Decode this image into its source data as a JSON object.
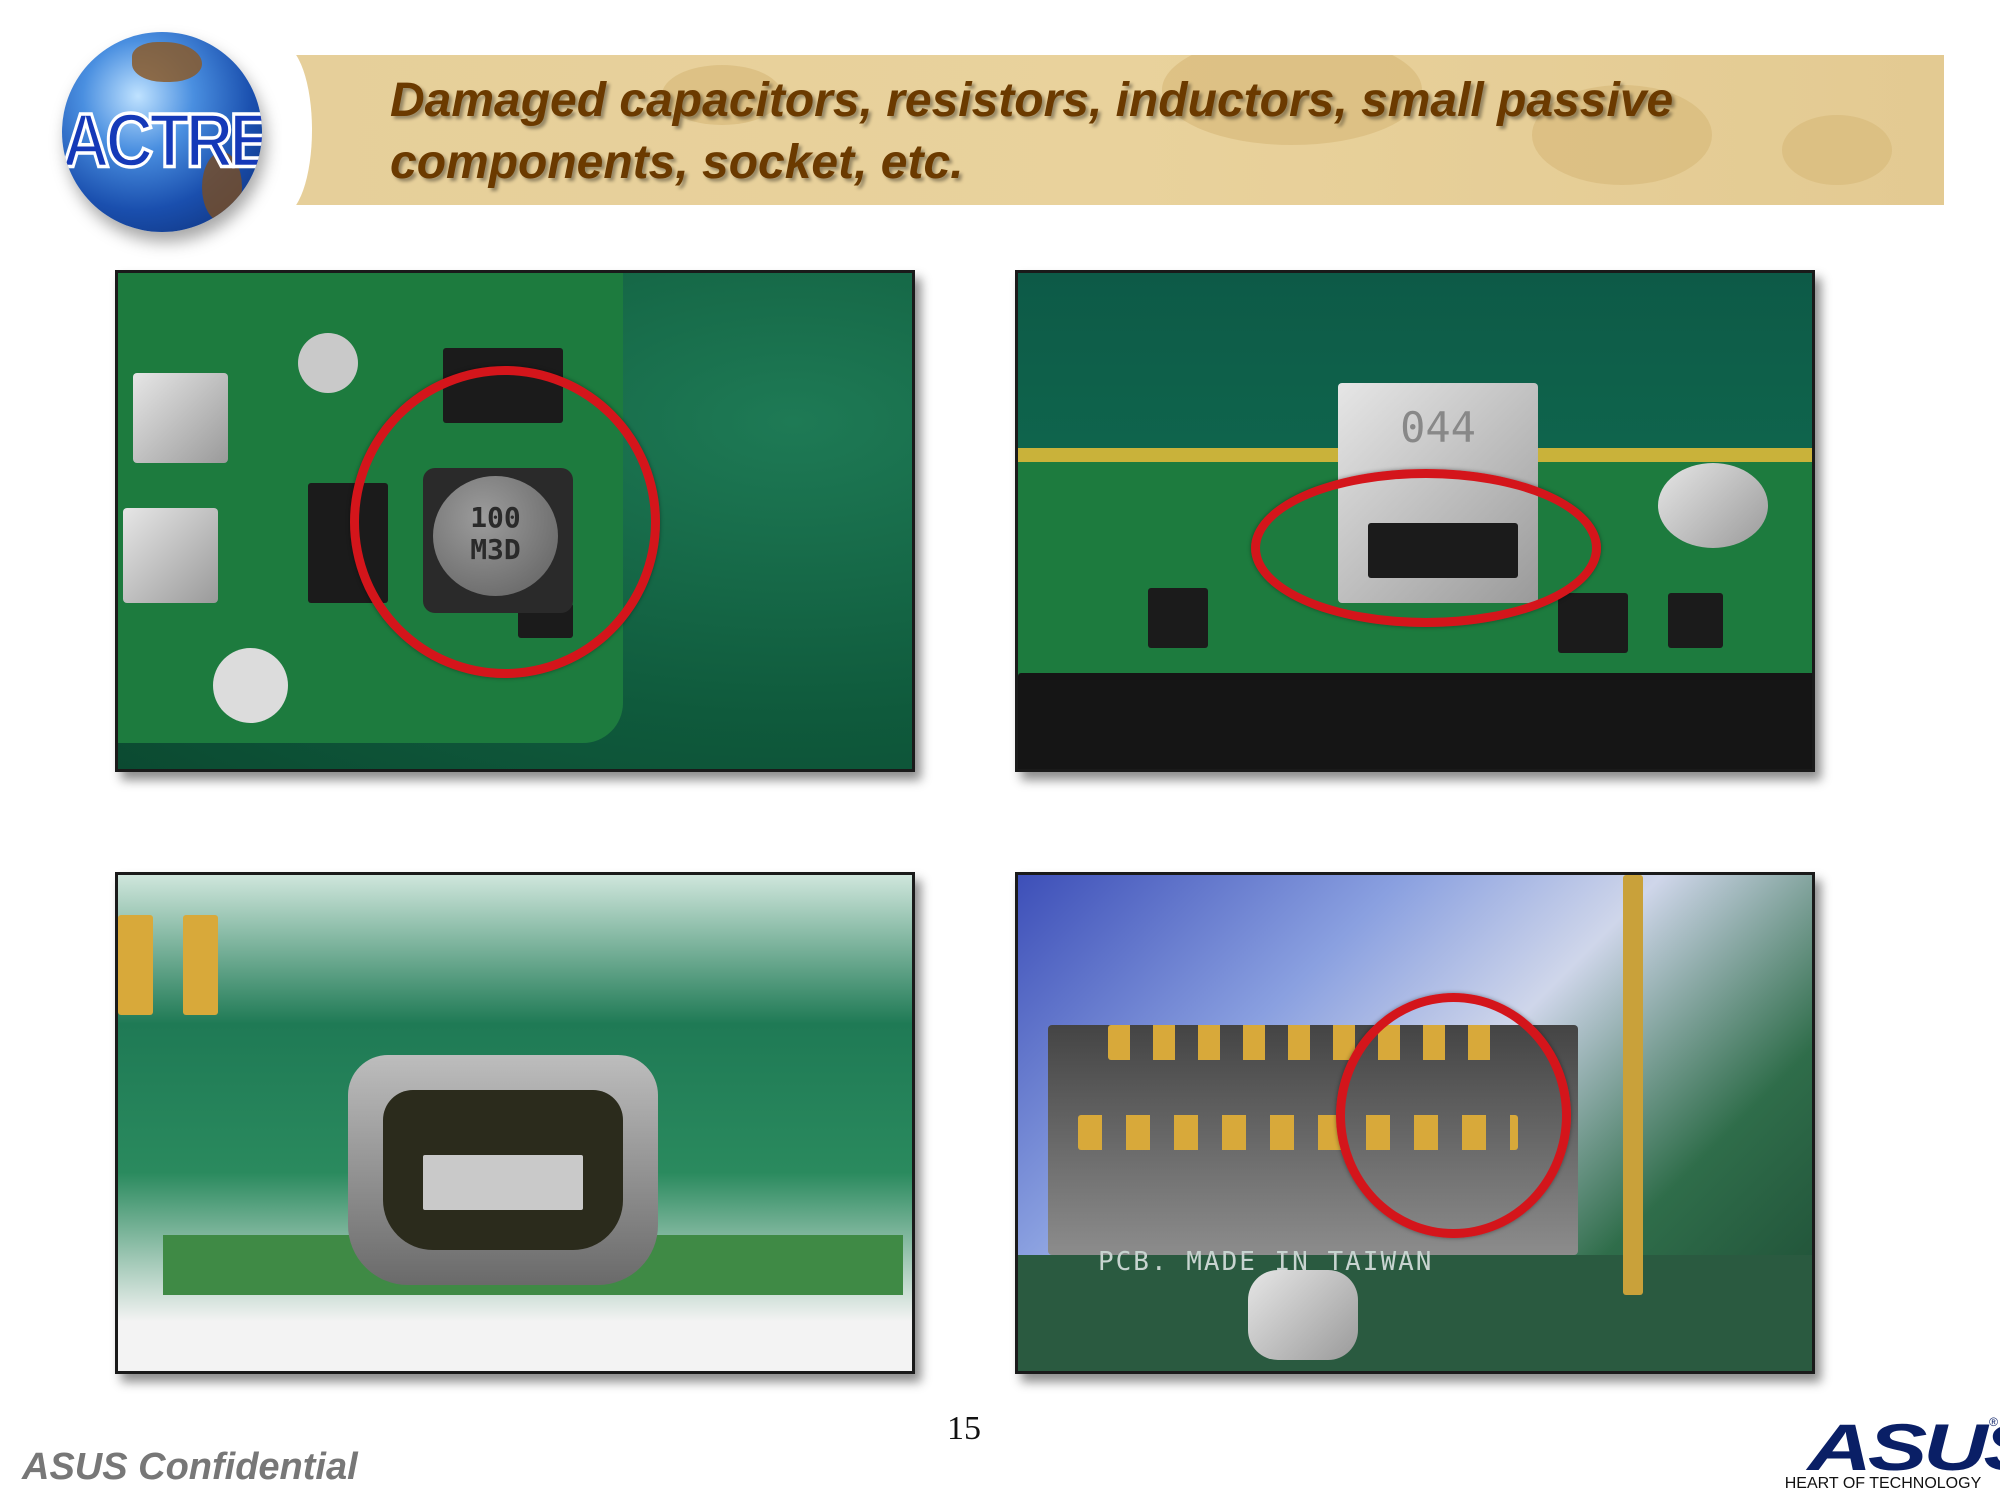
{
  "slide": {
    "title": "Damaged capacitors, resistors, inductors, small passive components, socket, etc.",
    "page_number": "15",
    "footer_text": "ASUS Confidential"
  },
  "logos": {
    "left_logo_text": "ACTRE",
    "right_logo_text": "ASUS",
    "right_logo_registered": "®",
    "right_logo_tagline": "HEART OF TECHNOLOGY"
  },
  "photos": {
    "top_left": {
      "marking_line1": "100",
      "marking_line2": "M3D"
    },
    "top_right": {
      "marking": "044"
    },
    "bottom_right": {
      "marking": "PCB. MADE IN TAIWAN"
    }
  },
  "colors": {
    "title_text": "#6b3a00",
    "banner": "#e6cf9a",
    "highlight_circle": "#d4151b",
    "footer_text": "#777777",
    "asus_blue": "#0a1f66"
  }
}
